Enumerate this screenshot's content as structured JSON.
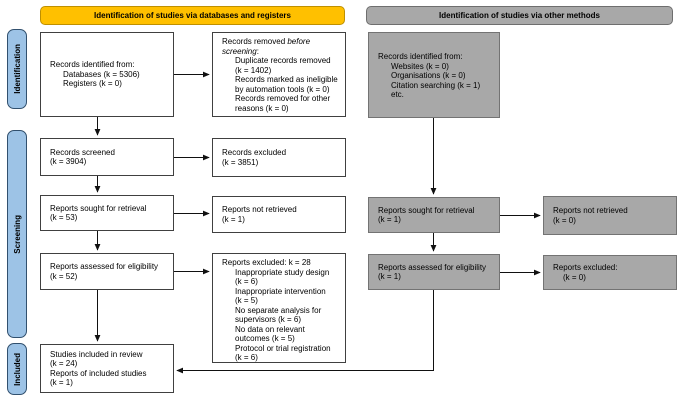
{
  "headers": {
    "databases": "Identification of studies via databases and registers",
    "other": "Identification of studies via other methods"
  },
  "sidebar": {
    "identification": "Identification",
    "screening": "Screening",
    "included": "Included"
  },
  "left": {
    "identified": {
      "l1": "Records identified from:",
      "l2": "Databases (k = 5306)",
      "l3": "Registers (k = 0)"
    },
    "screened": {
      "l1": "Records screened",
      "l2": "(k = 3904)"
    },
    "sought": {
      "l1": "Reports sought for retrieval",
      "l2": "(k = 53)"
    },
    "assessed": {
      "l1": "Reports assessed for eligibility",
      "l2": "(k = 52)"
    },
    "included": {
      "l1": "Studies included in review",
      "l2": "(k = 24)",
      "l3": "Reports of included studies",
      "l4": "(k = 1)"
    }
  },
  "middle": {
    "removed": {
      "l1_normal": "Records removed ",
      "l1_italic": "before",
      "l2_italic": "screening",
      "l2_suffix": ":",
      "lines": [
        "Duplicate records removed",
        "(k = 1402)",
        "Records marked as ineligible",
        "by automation tools (k = 0)",
        "Records removed for other",
        "reasons (k = 0)"
      ]
    },
    "excluded": {
      "l1": "Records excluded",
      "l2": "(k = 3851)"
    },
    "not_retrieved": {
      "l1": "Reports not retrieved",
      "l2": "(k = 1)"
    },
    "reports_excluded": {
      "title": "Reports excluded: k = 28",
      "lines": [
        "Inappropriate study design",
        "(k = 6)",
        "Inappropriate intervention",
        "(k = 5)",
        "No separate analysis for",
        "supervisors (k = 6)",
        "No data on relevant",
        "outcomes (k = 5)",
        "Protocol or trial registration",
        "(k = 6)"
      ]
    }
  },
  "right": {
    "identified": {
      "l1": "Records identified from:",
      "lines": [
        "Websites (k = 0)",
        "Organisations (k = 0)",
        "Citation searching (k = 1)",
        "etc."
      ]
    },
    "sought": {
      "l1": "Reports sought for retrieval",
      "l2": "(k = 1)"
    },
    "not_retrieved": {
      "l1": "Reports not retrieved",
      "l2": "(k = 0)"
    },
    "assessed": {
      "l1": "Reports assessed for eligibility",
      "l2": "(k = 1)"
    },
    "excluded": {
      "l1": "Reports excluded:",
      "l2": "(k = 0)"
    }
  },
  "colors": {
    "accent_yellow": "#ffc000",
    "accent_blue": "#9dc3e6",
    "box_gray": "#a8a8a8"
  }
}
